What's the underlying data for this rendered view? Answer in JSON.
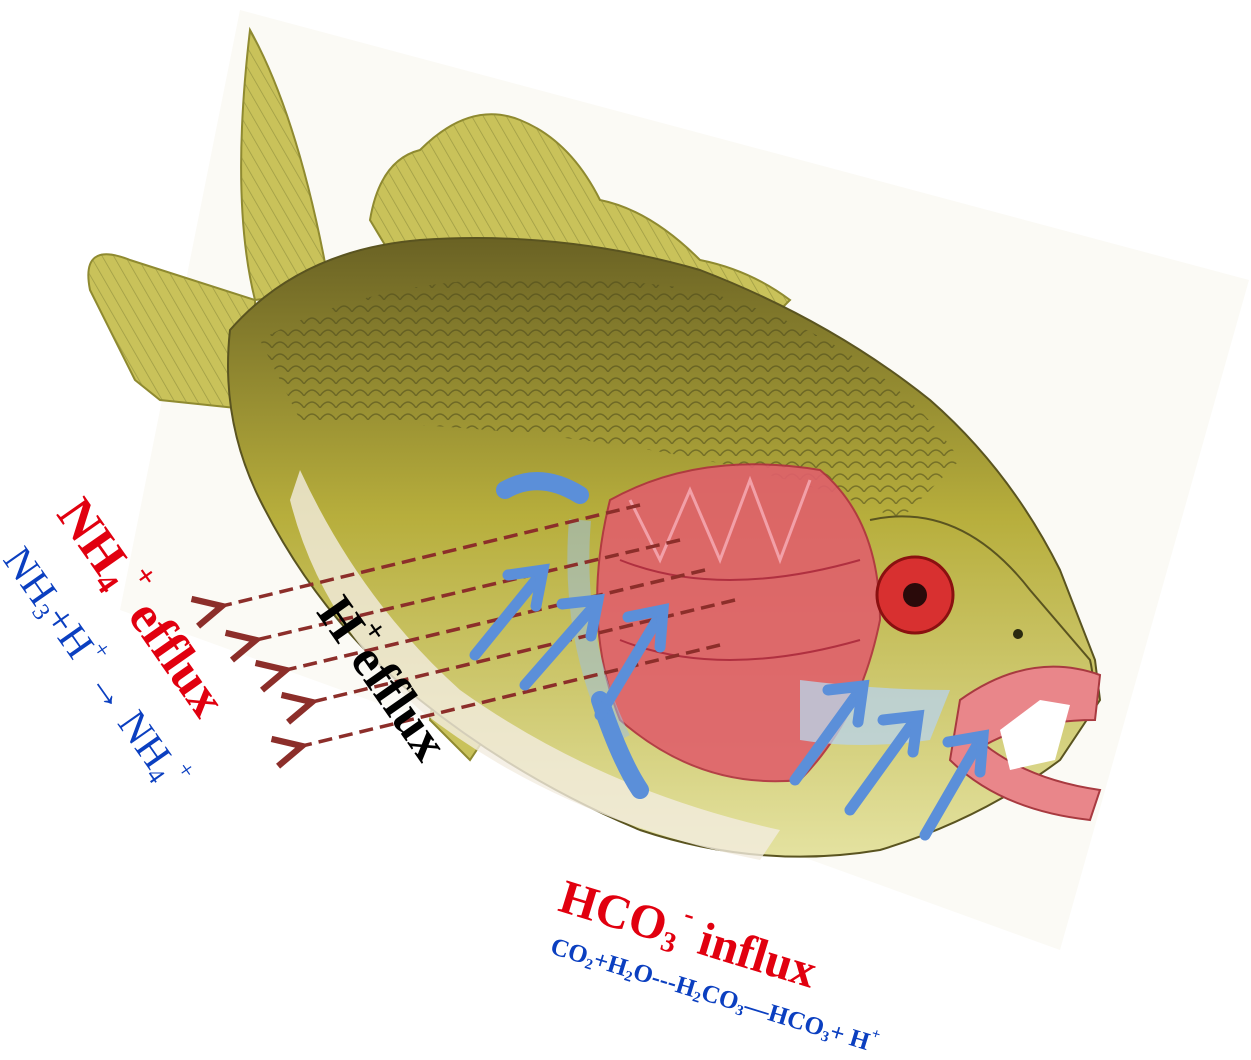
{
  "colors": {
    "red_label": "#e1000f",
    "blue_label": "#0b3fc0",
    "black_label": "#000000",
    "flux_arrow": "#8c2e2a",
    "influx_arrow": "#5b8fd9",
    "fish_body": "#b7ae3c",
    "fish_back": "#6a6224",
    "fins": "#c9c25a",
    "gills": "#e0606b",
    "eye": "#d83030"
  },
  "labels": {
    "nh4_efflux": {
      "base": "NH",
      "sub": "4",
      "sup": "+",
      "text": "efflux"
    },
    "nh3_reaction": {
      "a": "NH",
      "a_sub": "3",
      "b": "+H",
      "b_sup": "+",
      "arrow": "→",
      "c": "NH",
      "c_sub": "4",
      "c_sup": "+"
    },
    "h_efflux": {
      "base": "H",
      "sup": "+",
      "text": "efflux"
    },
    "hco3_influx": {
      "base": "HCO",
      "sub": "3",
      "sup": "-",
      "text": "influx"
    },
    "co2_reaction": {
      "p1": "CO",
      "p1_sub": "2",
      "p2": "+H",
      "p2_sub": "2",
      "p3": "O---H",
      "p3_sub": "2",
      "p4": "CO",
      "p4_sub": "3",
      "p5": "—HCO",
      "p5_sub": "3",
      "p6": "+ H",
      "p6_sup": "+"
    }
  },
  "icons": {
    "efflux_arrow": "dashed-arrow-left",
    "influx_arrow": "bold-arrow-up-right",
    "water_flow": "curved-blue-arrow"
  }
}
